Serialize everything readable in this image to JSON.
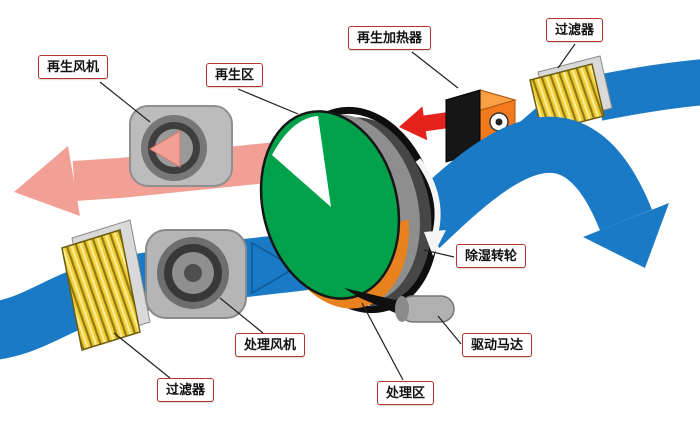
{
  "diagram": {
    "title": "rotary-desiccant-dehumidifier-schematic",
    "labels": {
      "regen_fan": "再生风机",
      "regen_zone": "再生区",
      "regen_heater": "再生加热器",
      "filter_top": "过滤器",
      "dehumid_wheel": "除湿转轮",
      "drive_motor": "驱动马达",
      "process_zone": "处理区",
      "process_fan": "处理风机",
      "filter_bottom": "过滤器"
    },
    "colors": {
      "process_air_blue": "#1a7ac6",
      "process_air_blue_dark": "#0d5a99",
      "regen_exhaust_pink": "#f2a095",
      "hot_air_red": "#e3231c",
      "wheel_green": "#00a14b",
      "heater_orange": "#f2791c",
      "heater_orange_light": "#f9a045",
      "filter_yellow": "#f1cd33",
      "metal_gray": "#b5b5b5"
    }
  }
}
